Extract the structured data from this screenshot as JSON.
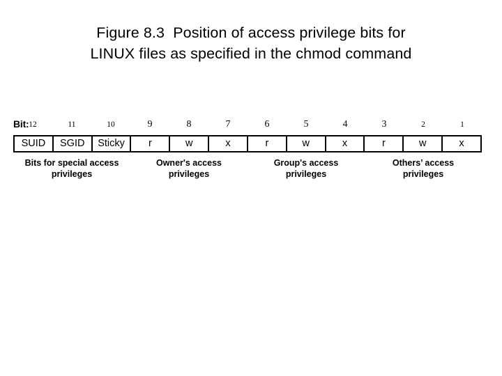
{
  "title": {
    "line1": "Figure 8.3  Position of access privilege bits for",
    "line2": "LINUX files as specified in the chmod command"
  },
  "diagram": {
    "bit_label": "Bit:",
    "bit_numbers": [
      "12",
      "11",
      "10",
      "9",
      "8",
      "7",
      "6",
      "5",
      "4",
      "3",
      "2",
      "1"
    ],
    "cells": [
      {
        "label": "SUID",
        "type": "special"
      },
      {
        "label": "SGID",
        "type": "special"
      },
      {
        "label": "Sticky",
        "type": "special"
      },
      {
        "label": "r",
        "type": "perm"
      },
      {
        "label": "w",
        "type": "perm"
      },
      {
        "label": "x",
        "type": "perm"
      },
      {
        "label": "r",
        "type": "perm"
      },
      {
        "label": "w",
        "type": "perm"
      },
      {
        "label": "x",
        "type": "perm"
      },
      {
        "label": "r",
        "type": "perm"
      },
      {
        "label": "w",
        "type": "perm"
      },
      {
        "label": "x",
        "type": "perm"
      }
    ],
    "group_captions": [
      {
        "line1": "Bits for special access",
        "line2": "privileges"
      },
      {
        "line1": "Owner's access",
        "line2": "privileges"
      },
      {
        "line1": "Group's access",
        "line2": "privileges"
      },
      {
        "line1": "Others’ access",
        "line2": "privileges"
      }
    ]
  },
  "colors": {
    "background": "#ffffff",
    "ink": "#000000",
    "border": "#000000"
  }
}
